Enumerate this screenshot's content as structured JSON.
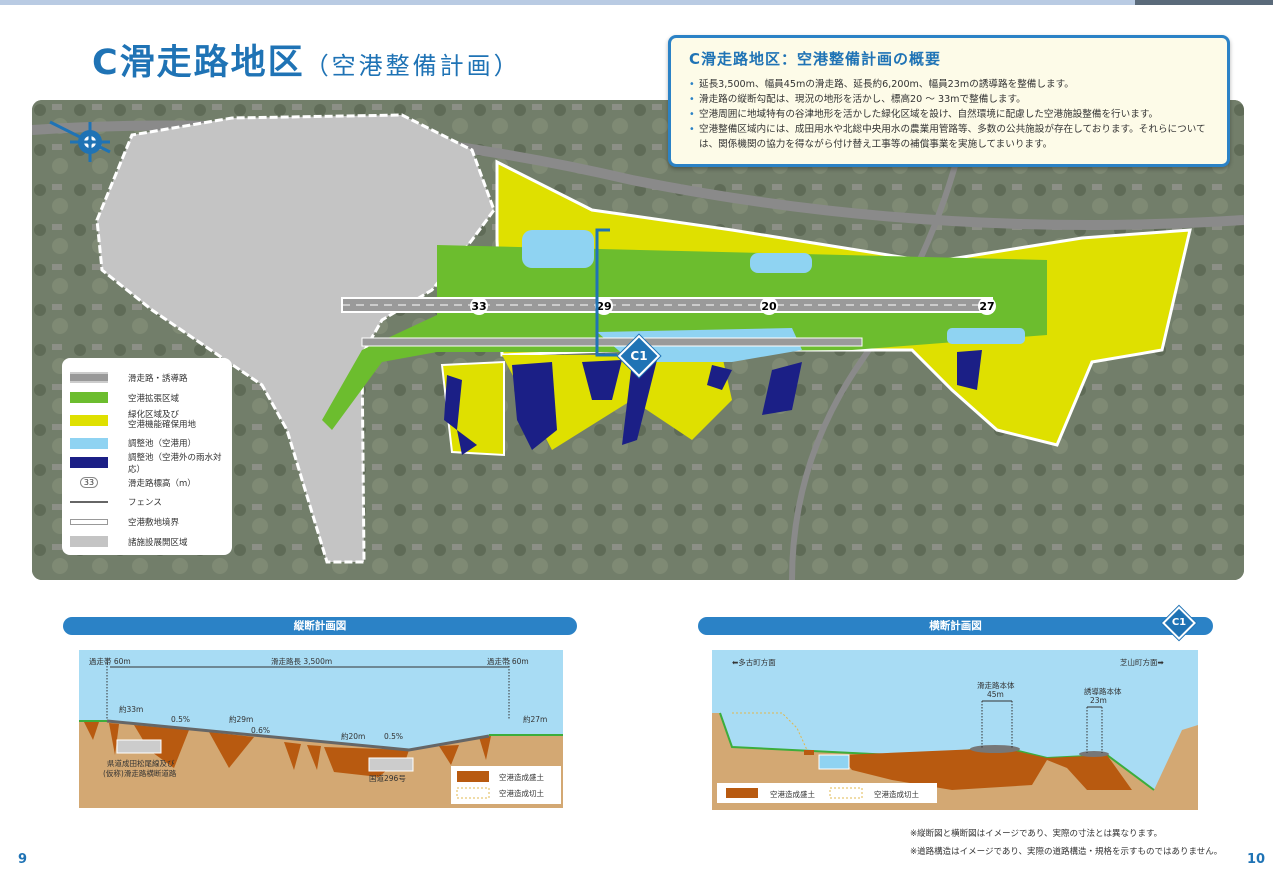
{
  "page": {
    "title_main": "C滑走路地区",
    "title_sub": "（空港整備計画）",
    "page_left": "9",
    "page_right": "10"
  },
  "info": {
    "heading": "C滑走路地区：空港整備計画の概要",
    "bullets": [
      "延長3,500m、幅員45mの滑走路、延長約6,200m、幅員23mの誘導路を整備します。",
      "滑走路の縦断勾配は、現況の地形を活かし、標高20 ～ 33mで整備します。",
      "空港周囲に地域特有の谷津地形を活かした緑化区域を設け、自然環境に配慮した空港施設整備を行います。",
      "空港整備区域内には、成田用水や北総中央用水の農業用管路等、多数の公共施設が存在しております。それらについては、関係機関の協力を得ながら付け替え工事等の補償事業を実施してまいります。"
    ]
  },
  "map": {
    "runway_elevations": [
      "33",
      "29",
      "20",
      "27"
    ],
    "section_marker": "C1",
    "colors": {
      "expansion": "#6cbd2e",
      "green_zone": "#dfe000",
      "pond": "#8fd3f2",
      "pond_external": "#1b1f86",
      "facility": "#c4c4c4"
    }
  },
  "legend": [
    {
      "label": "滑走路・誘導路"
    },
    {
      "label": "空港拡張区域"
    },
    {
      "label": "緑化区域及び\n空港機能確保用地"
    },
    {
      "label": "調整池（空港用）"
    },
    {
      "label": "調整池（空港外の雨水対応）"
    },
    {
      "label": "滑走路標高（m）",
      "symbol": "33"
    },
    {
      "label": "フェンス"
    },
    {
      "label": "空港敷地境界"
    },
    {
      "label": "諸施設展開区域"
    }
  ],
  "longitudinal": {
    "title": "縦断計画図",
    "overrun_left": "過走帯 60m",
    "runway_length": "滑走路長 3,500m",
    "overrun_right": "過走帯 60m",
    "elev1": "約33m",
    "elev2": "約29m",
    "elev3": "約20m",
    "elev4": "約27m",
    "slope1": "0.5%",
    "slope2": "0.6%",
    "slope3": "0.5%",
    "road1_line1": "県道成田松尾線及び",
    "road1_line2": "(仮称)滑走路横断道路",
    "road2": "国道296号",
    "legend_fill": "空港造成盛土",
    "legend_cut": "空港造成切土"
  },
  "cross": {
    "title": "横断計画図",
    "badge": "C1",
    "left_dir": "⬅多古町方面",
    "right_dir": "芝山町方面➡",
    "runway_label": "滑走路本体",
    "runway_width": "45m",
    "taxiway_label": "誘導路本体",
    "taxiway_width": "23m",
    "legend_fill": "空港造成盛土",
    "legend_cut": "空港造成切土"
  },
  "notes": [
    "※縦断図と横断図はイメージであり、実際の寸法とは異なります。",
    "※道路構造はイメージであり、実際の道路構造・規格を示すものではありません。"
  ]
}
